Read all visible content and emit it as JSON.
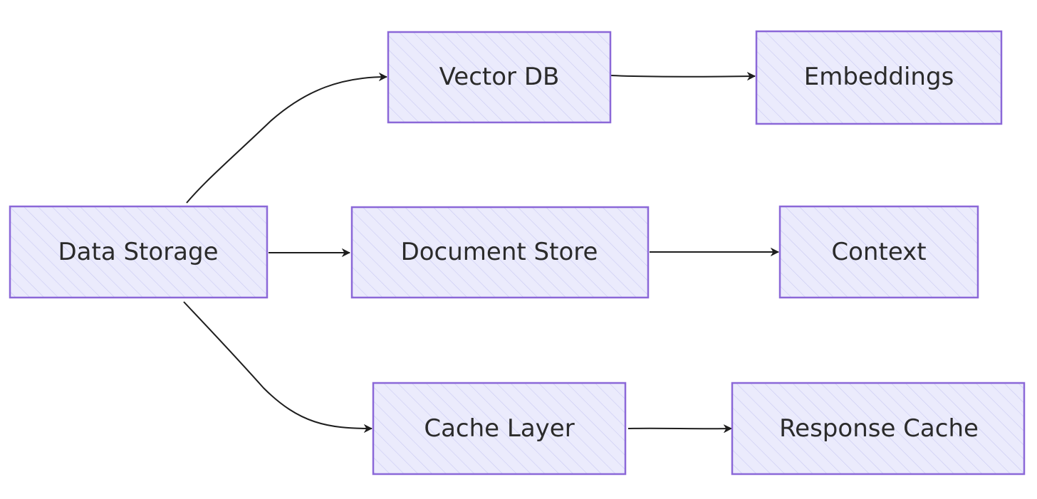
{
  "colors": {
    "node_stroke": "#8b68d8",
    "node_fill": "#ebebfc",
    "hatch": "#c9c9f2",
    "edge": "#1e1e1e",
    "text": "#2b2b2b"
  },
  "nodes": {
    "data_storage": {
      "label": "Data Storage"
    },
    "vector_db": {
      "label": "Vector DB"
    },
    "embeddings": {
      "label": "Embeddings"
    },
    "document_store": {
      "label": "Document Store"
    },
    "context": {
      "label": "Context"
    },
    "cache_layer": {
      "label": "Cache Layer"
    },
    "response_cache": {
      "label": "Response Cache"
    }
  },
  "edges": [
    {
      "from": "data_storage",
      "to": "vector_db"
    },
    {
      "from": "data_storage",
      "to": "document_store"
    },
    {
      "from": "data_storage",
      "to": "cache_layer"
    },
    {
      "from": "vector_db",
      "to": "embeddings"
    },
    {
      "from": "document_store",
      "to": "context"
    },
    {
      "from": "cache_layer",
      "to": "response_cache"
    }
  ]
}
